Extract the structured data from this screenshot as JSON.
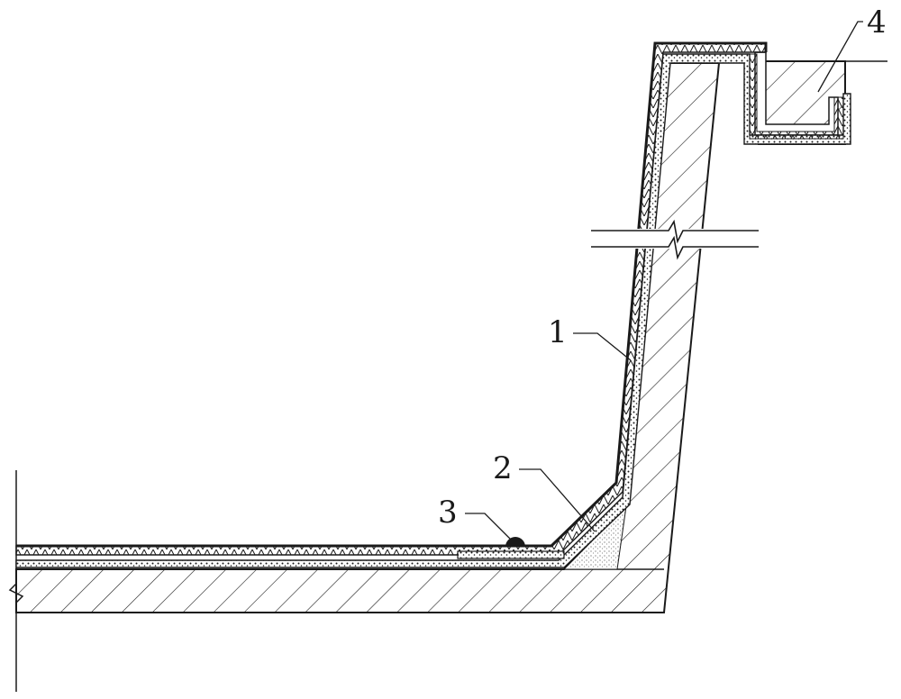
{
  "drawing": {
    "line_color": "#1a1a1a",
    "background": "#ffffff",
    "callouts": [
      {
        "id": "membrane",
        "label": "1"
      },
      {
        "id": "fillet",
        "label": "2"
      },
      {
        "id": "sealant-bead",
        "label": "3"
      },
      {
        "id": "coping",
        "label": "4"
      }
    ],
    "layers": [
      {
        "id": "concrete-structure",
        "pattern": "diagonal-hatch"
      },
      {
        "id": "protective-layer",
        "pattern": "triangular-zigzag"
      },
      {
        "id": "waterproof-membrane",
        "pattern": "speckled"
      },
      {
        "id": "cement-mortar-fillet",
        "pattern": "stipple"
      }
    ]
  }
}
